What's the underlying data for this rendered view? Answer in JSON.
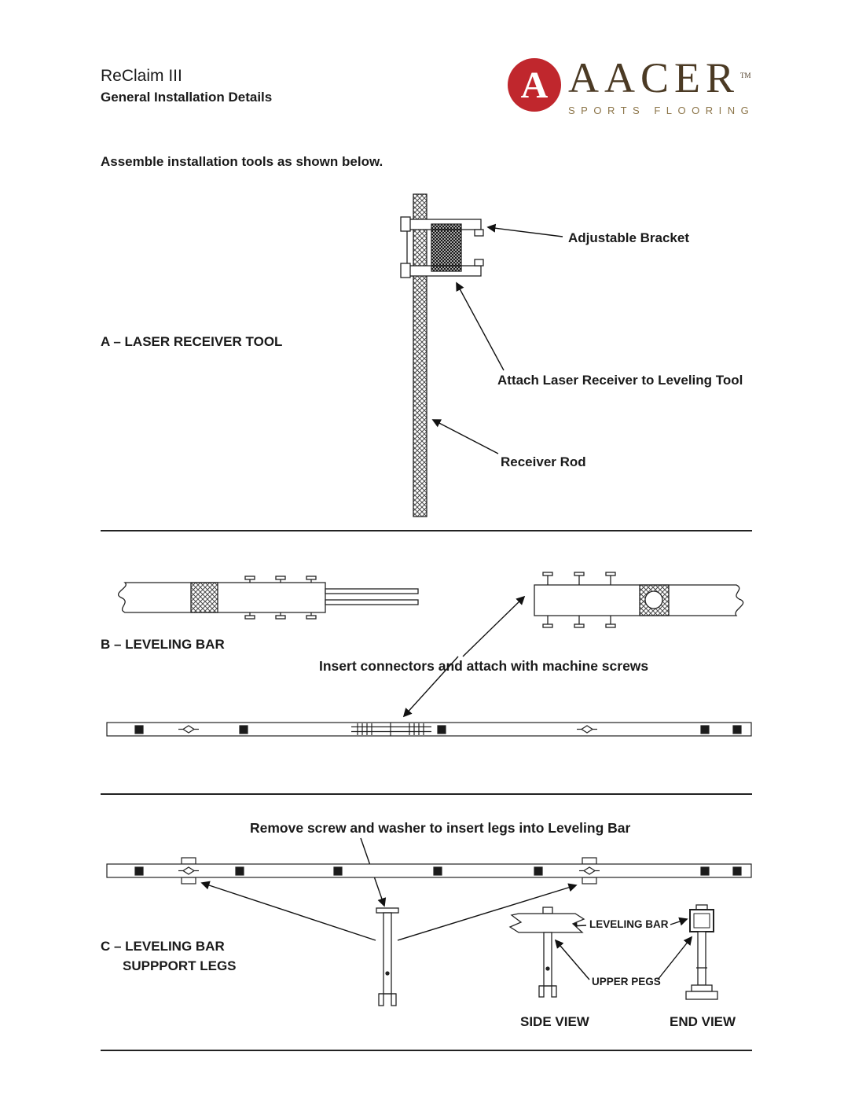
{
  "page": {
    "title": "ReClaim III",
    "subtitle": "General Installation Details",
    "intro": "Assemble installation tools as shown below."
  },
  "logo": {
    "monogram": "A",
    "brand": "AACER",
    "tm": "TM",
    "tagline": "SPORTS FLOORING",
    "colors": {
      "red": "#c0272d",
      "brown": "#4b3a24",
      "gold": "#8c7549"
    }
  },
  "section_a": {
    "label": "A – LASER RECEIVER TOOL",
    "adjustable_bracket": "Adjustable Bracket",
    "attach_note": "Attach Laser Receiver to Leveling Tool",
    "receiver_rod": "Receiver Rod"
  },
  "section_b": {
    "label": "B – LEVELING BAR",
    "insert_note": "Insert connectors and attach with machine screws"
  },
  "section_c": {
    "label_line1": "C – LEVELING BAR",
    "label_line2": "SUPPPORT LEGS",
    "remove_note": "Remove screw and washer to insert legs into Leveling Bar",
    "leveling_bar": "LEVELING BAR",
    "upper_pegs": "UPPER PEGS",
    "side_view": "SIDE VIEW",
    "end_view": "END VIEW"
  }
}
